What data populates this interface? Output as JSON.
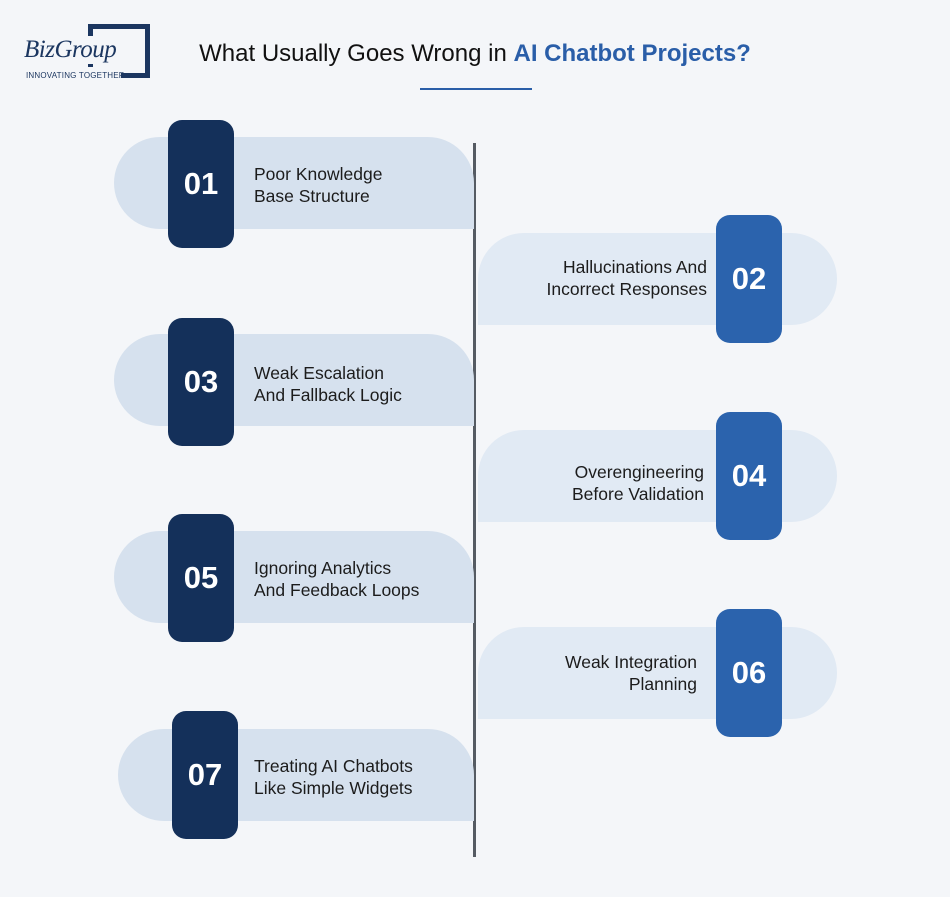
{
  "logo": {
    "brand": "BizGroup",
    "tagline": "INNOVATING TOGETHER"
  },
  "header": {
    "title_prefix": "What Usually Goes Wrong in ",
    "title_accent": "AI Chatbot Projects?"
  },
  "steps": [
    {
      "number": "01",
      "line1": "Poor Knowledge",
      "line2": "Base Structure"
    },
    {
      "number": "02",
      "line1": "Hallucinations And",
      "line2": "Incorrect Responses"
    },
    {
      "number": "03",
      "line1": "Weak Escalation",
      "line2": "And Fallback Logic"
    },
    {
      "number": "04",
      "line1": "Overengineering",
      "line2": "Before Validation"
    },
    {
      "number": "05",
      "line1": "Ignoring Analytics",
      "line2": "And Feedback Loops"
    },
    {
      "number": "06",
      "line1": "Weak Integration",
      "line2": "Planning"
    },
    {
      "number": "07",
      "line1": "Treating AI Chatbots",
      "line2": "Like Simple Widgets"
    }
  ],
  "colors": {
    "dark_badge": "#14305a",
    "blue_badge": "#2b63ad",
    "accent": "#2a5ea8",
    "left_pill": "#d6e1ee",
    "right_pill": "#e1eaf4",
    "spine": "#555b63"
  }
}
